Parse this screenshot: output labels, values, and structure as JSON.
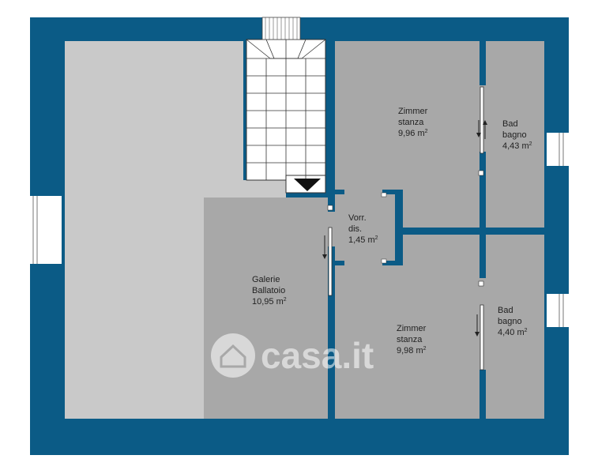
{
  "colors": {
    "wall": "#0b5b86",
    "floor": "#a8a8a8",
    "void": "#c9c9c9",
    "stair": "#ffffff",
    "label": "#222222",
    "watermark": "#ffffff"
  },
  "rooms": {
    "zimmer_top": {
      "line1": "Zimmer",
      "line2": "stanza",
      "area": "9,96 m",
      "unit_sup": "2"
    },
    "bad_top": {
      "line1": "Bad",
      "line2": "bagno",
      "area": "4,43 m",
      "unit_sup": "2"
    },
    "vorr": {
      "line1": "Vorr.",
      "line2": "dis.",
      "area": "1,45 m",
      "unit_sup": "2"
    },
    "galerie": {
      "line1": "Galerie",
      "line2": "Ballatoio",
      "area": "10,95 m",
      "unit_sup": "2"
    },
    "zimmer_bottom": {
      "line1": "Zimmer",
      "line2": "stanza",
      "area": "9,98 m",
      "unit_sup": "2"
    },
    "bad_bottom": {
      "line1": "Bad",
      "line2": "bagno",
      "area": "4,40 m",
      "unit_sup": "2"
    }
  },
  "watermark": {
    "text": "casa.it",
    "icon": "house-icon"
  }
}
